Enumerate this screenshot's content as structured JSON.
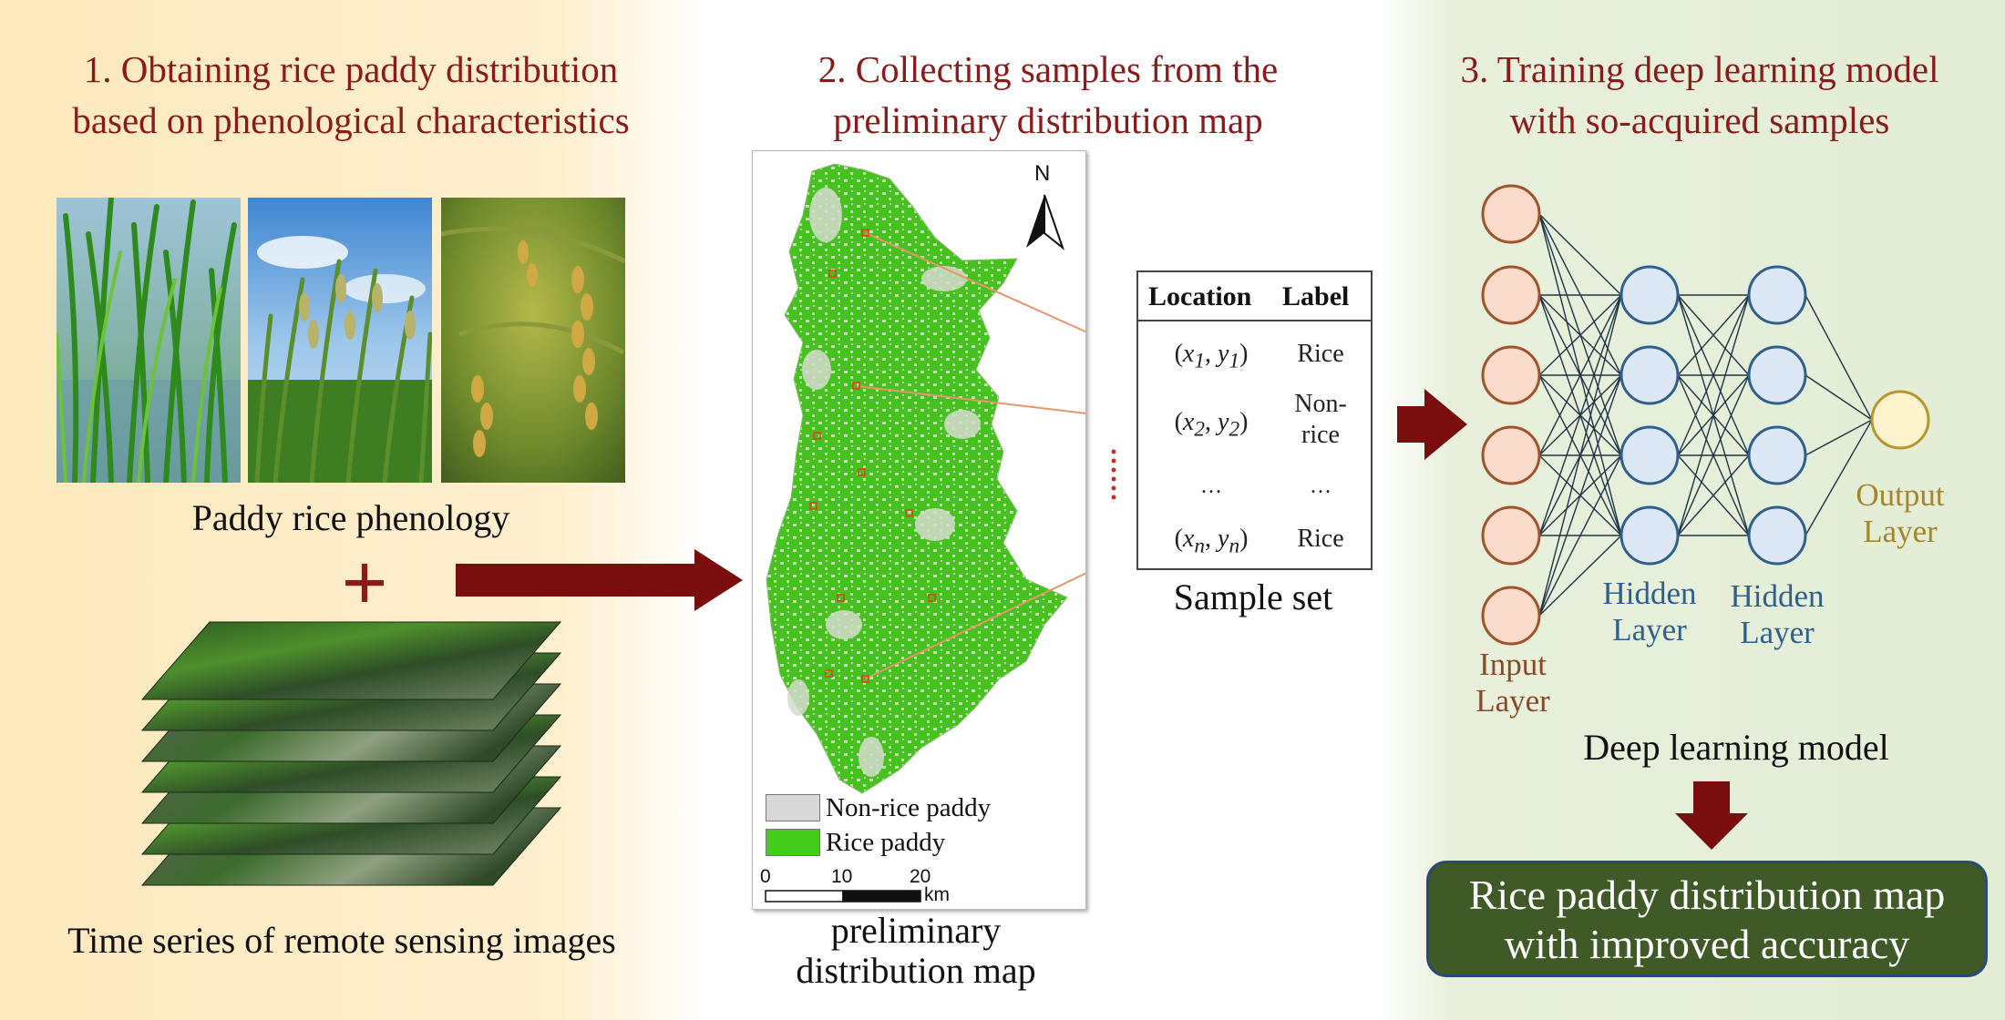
{
  "panels": {
    "step1": {
      "title_line1": "1. Obtaining rice paddy distribution",
      "title_line2": "based on phenological characteristics",
      "photos_label": "Paddy rice phenology",
      "plus": "+",
      "stack_label": "Time series of remote sensing images"
    },
    "step2": {
      "title_line1": "2. Collecting samples from the",
      "title_line2": "preliminary distribution map",
      "map": {
        "north": "N",
        "legend": [
          {
            "label": "Non-rice paddy",
            "color": "#d8d8d8"
          },
          {
            "label": "Rice paddy",
            "color": "#44cc1c"
          }
        ],
        "scale_ticks": [
          "0",
          "10",
          "20"
        ],
        "scale_unit": "km"
      },
      "map_caption_line1": "preliminary",
      "map_caption_line2": "distribution map",
      "table": {
        "headers": [
          "Location",
          "Label"
        ],
        "rows": [
          {
            "x": "x",
            "xs": "1",
            "y": "y",
            "ys": "1",
            "label_line1": "Rice",
            "label_line2": ""
          },
          {
            "x": "x",
            "xs": "2",
            "y": "y",
            "ys": "2",
            "label_line1": "Non-",
            "label_line2": "rice"
          },
          {
            "ellipsis_loc": "…",
            "ellipsis_label": "…"
          },
          {
            "x": "x",
            "xs": "n",
            "y": "y",
            "ys": "n",
            "label_line1": "Rice",
            "label_line2": ""
          }
        ]
      },
      "table_caption": "Sample set"
    },
    "step3": {
      "title_line1": "3. Training deep learning model",
      "title_line2": "with so-acquired samples",
      "network": {
        "input_label_line1": "Input",
        "input_label_line2": "Layer",
        "hidden1_label_line1": "Hidden",
        "hidden1_label_line2": "Layer",
        "hidden2_label_line1": "Hidden",
        "hidden2_label_line2": "Layer",
        "output_label_line1": "Output",
        "output_label_line2": "Layer",
        "layer_sizes": [
          6,
          4,
          4,
          1
        ],
        "colors": {
          "input_fill": "#fbdccb",
          "input_stroke": "#a0522d",
          "hidden_fill": "#dce8f5",
          "hidden_stroke": "#2f5f8f",
          "output_fill": "#fdf3cc",
          "output_stroke": "#b8962e",
          "edge": "#1f3347"
        }
      },
      "model_caption": "Deep learning model",
      "result_line1": "Rice paddy distribution map",
      "result_line2": "with improved accuracy"
    }
  },
  "colors": {
    "title": "#8b1a1a",
    "arrow": "#7a0e0e",
    "result_bg": "#3f5a27",
    "sample_line": "#e8956a"
  }
}
